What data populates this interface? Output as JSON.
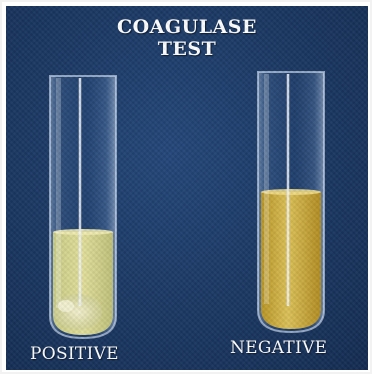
{
  "title_line1": "COAGULASE",
  "title_line2": "TEST",
  "tubes": [
    {
      "label": "POSITIVE"
    },
    {
      "label": "NEGATIVE"
    }
  ],
  "colors": {
    "background": "#1c3a66",
    "positive_liquid": "#d9d68a",
    "negative_liquid": "#d4b43e",
    "text": "#ffffff"
  }
}
